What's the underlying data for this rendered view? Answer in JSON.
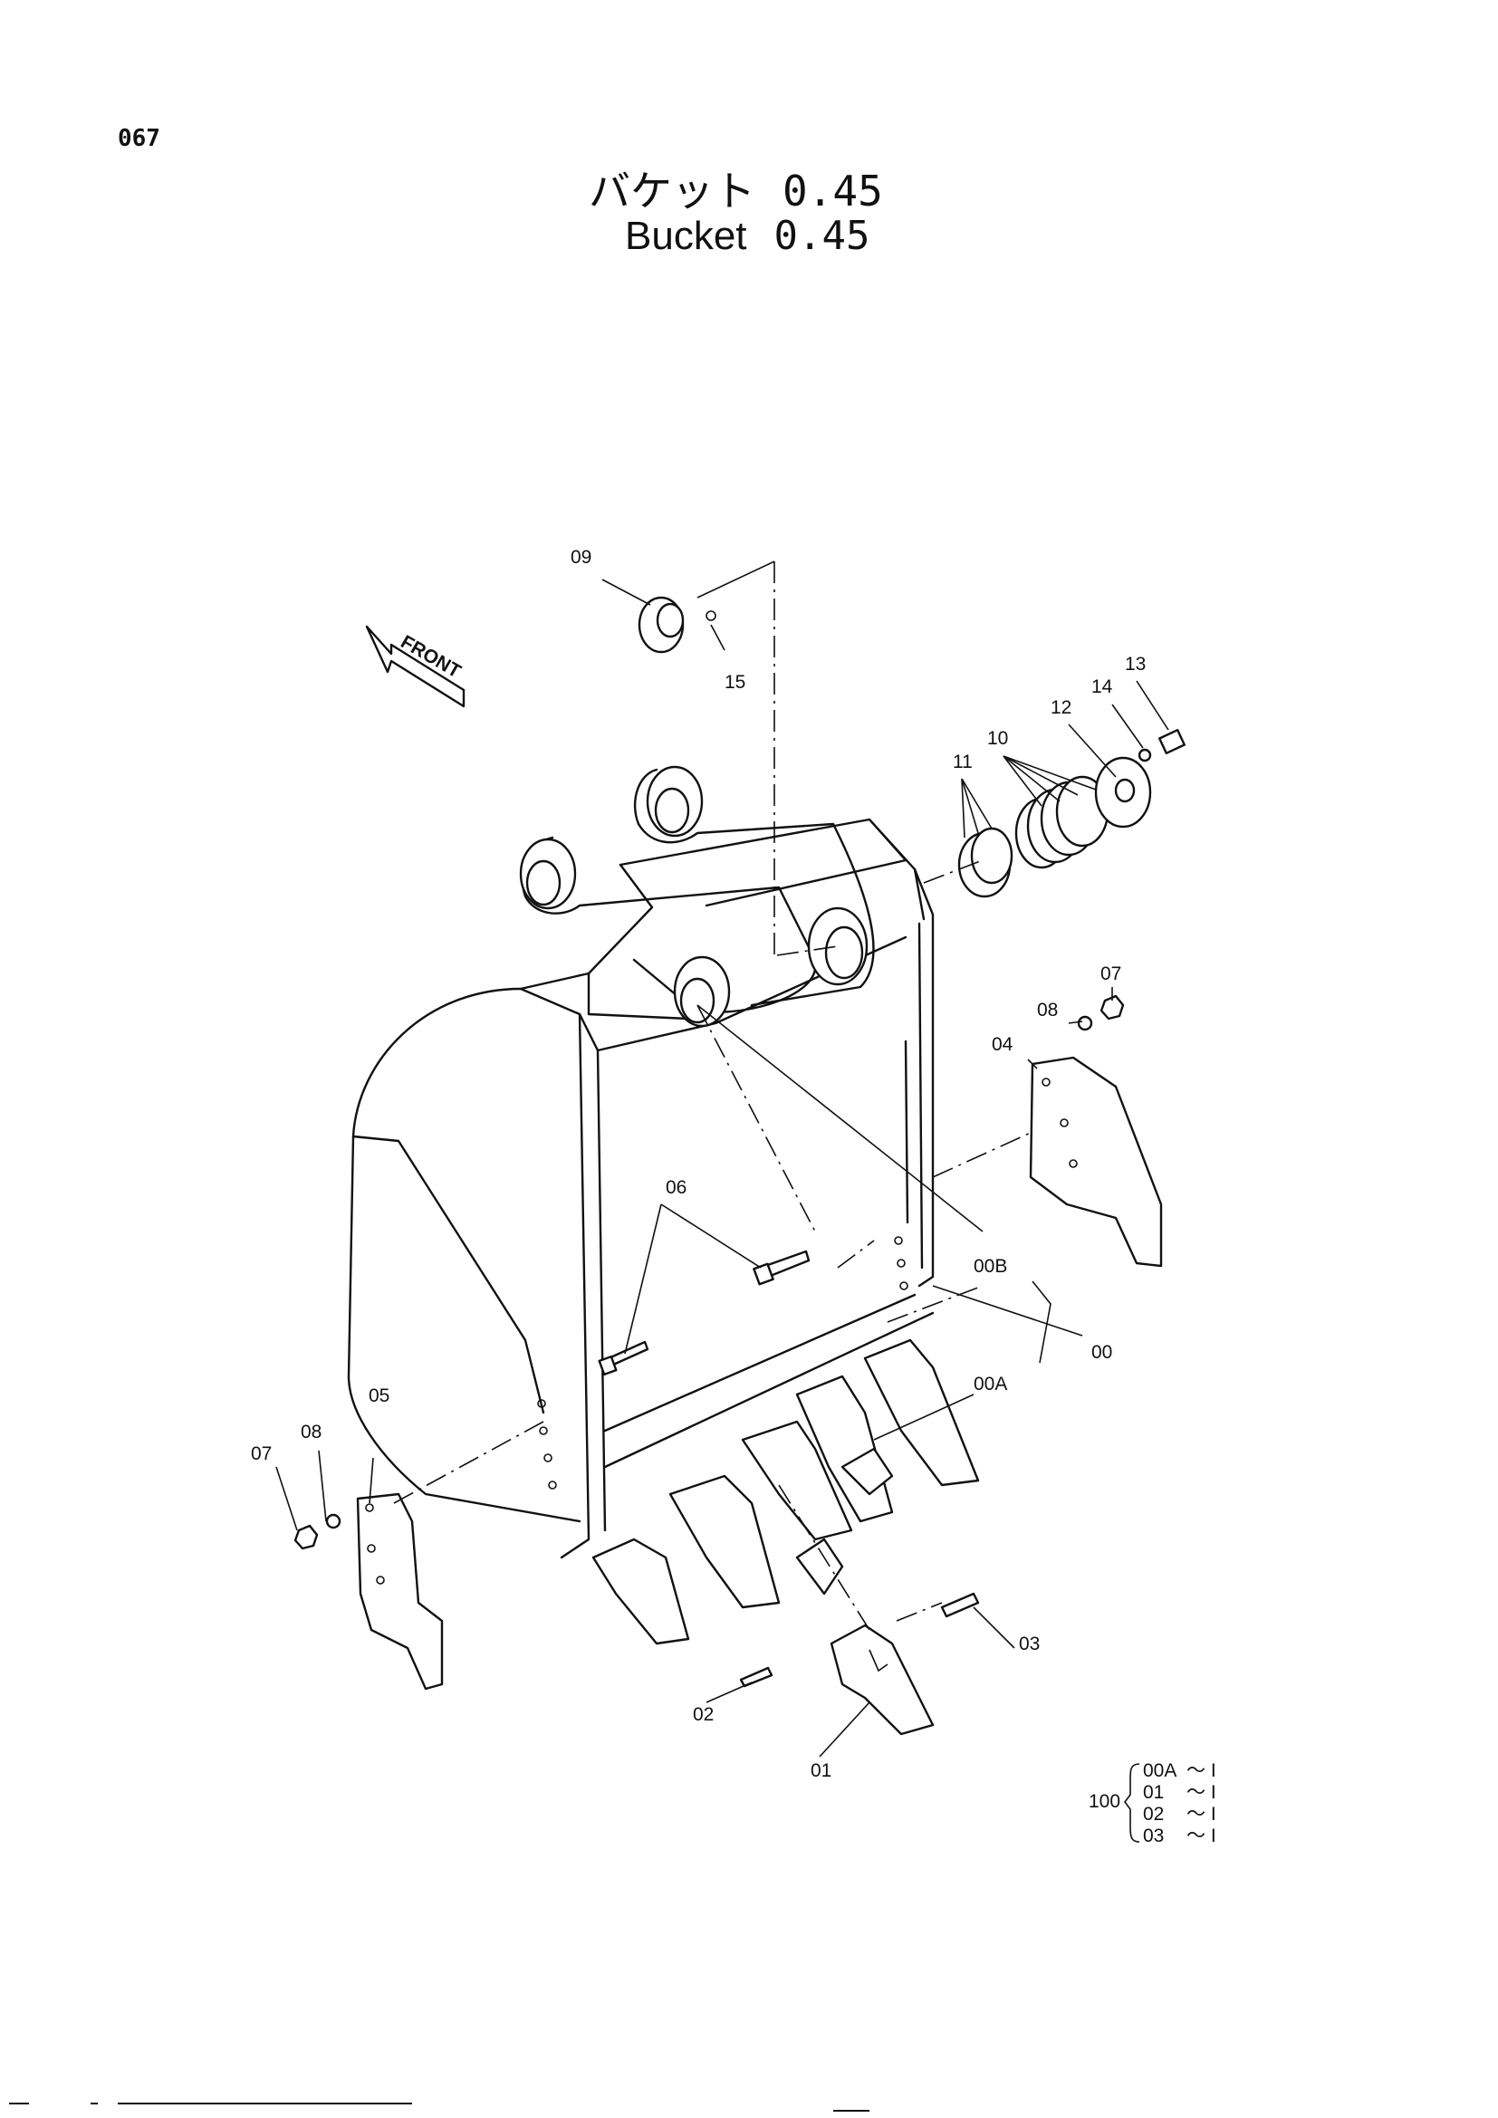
{
  "page_number": "067",
  "title": {
    "japanese": "バケット",
    "japanese_value": "0.45",
    "english": "Bucket",
    "english_value": "0.45"
  },
  "front_label": "FRONT",
  "callouts": {
    "c09": "09",
    "c15": "15",
    "c13": "13",
    "c14": "14",
    "c12": "12",
    "c10": "10",
    "c11": "11",
    "c07r": "07",
    "c08r": "08",
    "c04": "04",
    "c06": "06",
    "c00B": "00B",
    "c00": "00",
    "c00A": "00A",
    "c05": "05",
    "c08l": "08",
    "c07l": "07",
    "c02": "02",
    "c01": "01",
    "c03": "03"
  },
  "kit": {
    "label": "100",
    "rows": [
      {
        "part": "00A",
        "qty": "～ I"
      },
      {
        "part": "01",
        "qty": "～ I"
      },
      {
        "part": "02",
        "qty": "～ I"
      },
      {
        "part": "03",
        "qty": "～ I"
      }
    ]
  }
}
